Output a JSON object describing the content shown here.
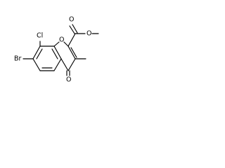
{
  "molecule": {
    "atoms": {
      "chlorine": "Cl",
      "bromine": "Br",
      "ring_oxygen": "O",
      "carbonyl_oxygen_ketone": "O",
      "ester_carbonyl_oxygen": "O",
      "ester_ether_oxygen": "O"
    }
  }
}
